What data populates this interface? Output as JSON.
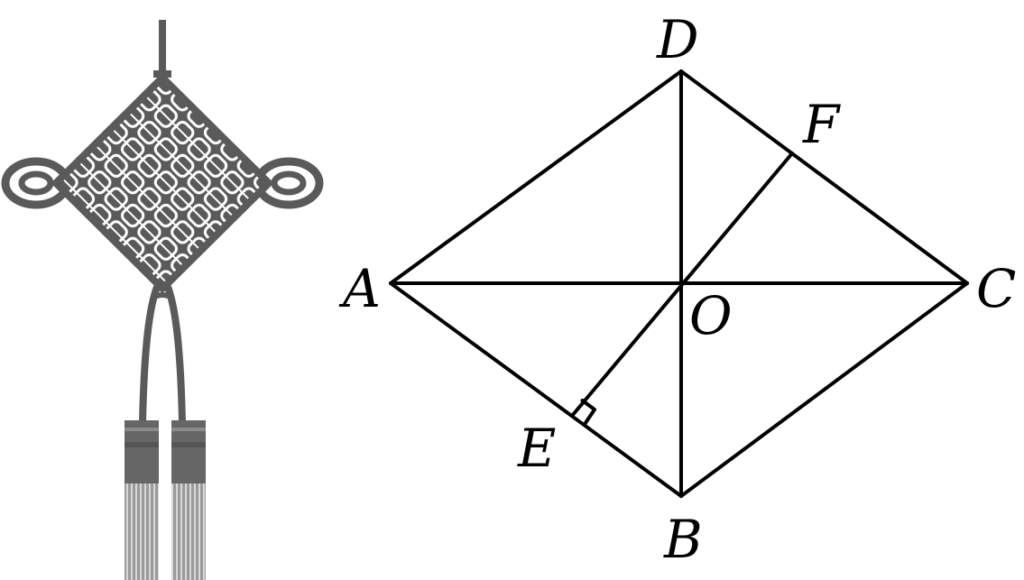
{
  "diagram": {
    "points": {
      "A": "A",
      "B": "B",
      "C": "C",
      "D": "D",
      "E": "E",
      "F": "F",
      "O": "O"
    },
    "colors": {
      "line": "#000000",
      "knot": "#5a5a5a",
      "tassel": "#7a7a7a",
      "background": "#ffffff"
    },
    "icons": {
      "knot": "chinese-knot-icon"
    }
  }
}
